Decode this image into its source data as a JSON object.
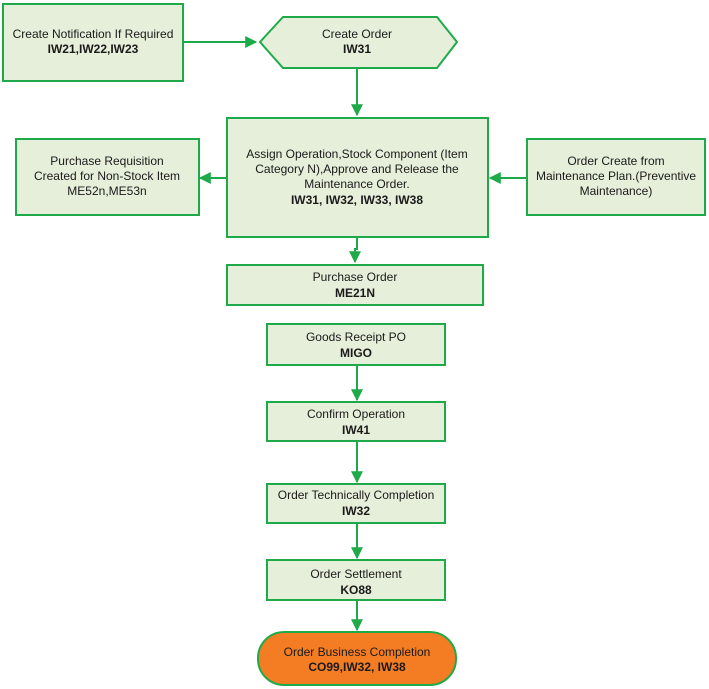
{
  "nodes": {
    "notification": {
      "lines": [
        "Create Notification If Required"
      ],
      "code": "IW21,IW22,IW23"
    },
    "create_order": {
      "lines": [
        "Create Order"
      ],
      "code": "IW31"
    },
    "purchase_req": {
      "lines": [
        "Purchase Requisition",
        "Created for Non-Stock Item",
        "ME52n,ME53n"
      ],
      "code": ""
    },
    "assign_op": {
      "lines": [
        "Assign Operation,Stock Component (Item",
        "Category N),Approve and Release the",
        "Maintenance Order."
      ],
      "code": "IW31, IW32, IW33, IW38"
    },
    "maint_plan": {
      "lines": [
        "Order Create from",
        "Maintenance Plan.(Preventive",
        "Maintenance)"
      ],
      "code": ""
    },
    "purchase_order": {
      "lines": [
        "Purchase Order"
      ],
      "code": "ME21N"
    },
    "goods_receipt": {
      "lines": [
        "Goods Receipt PO"
      ],
      "code": "MIGO"
    },
    "confirm_op": {
      "lines": [
        "Confirm Operation"
      ],
      "code": "IW41"
    },
    "tech_complete": {
      "lines": [
        "Order Technically Completion"
      ],
      "code": "IW32"
    },
    "settlement": {
      "lines": [
        "Order Settlement"
      ],
      "code": "KO88"
    },
    "business_complete": {
      "lines": [
        "Order Business Completion"
      ],
      "code": "CO99,IW32, IW38"
    }
  },
  "colors": {
    "box_fill": "#e5efda",
    "border": "#1faa4a",
    "final_fill": "#f47d24"
  }
}
